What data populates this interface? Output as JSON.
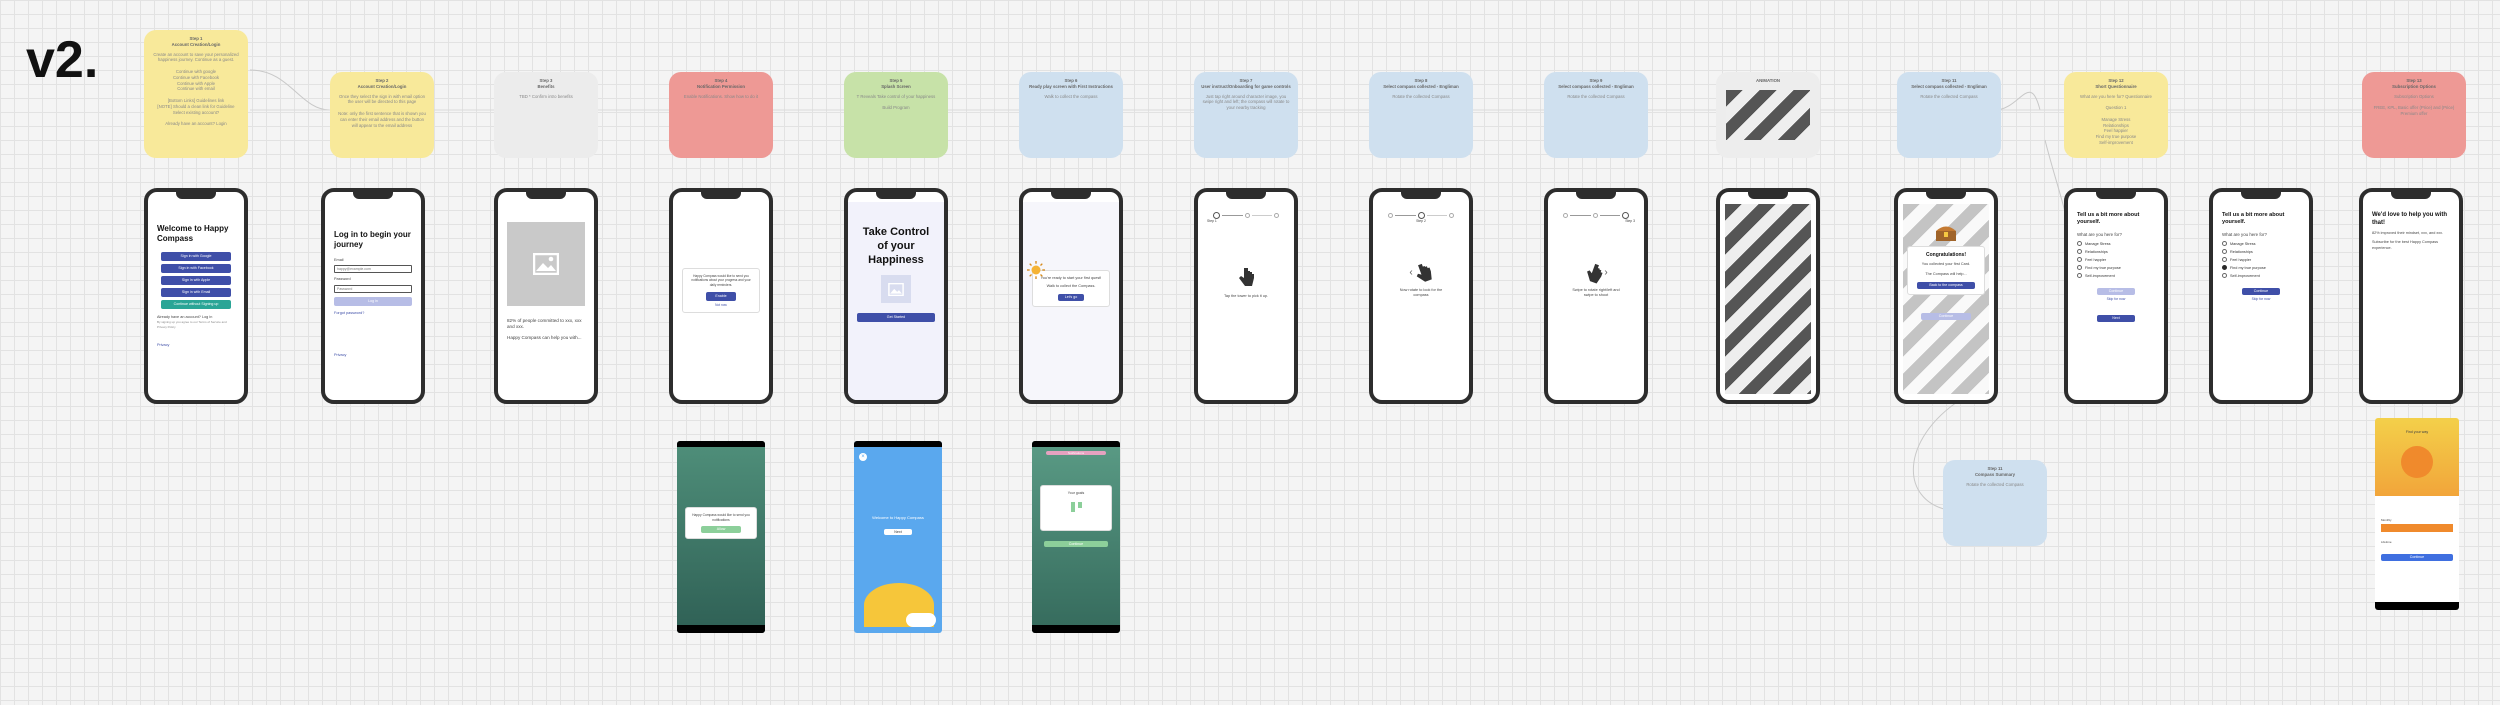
{
  "board": {
    "title": "v2."
  },
  "notes": [
    {
      "id": "n1",
      "color": "yellow",
      "title": "Step 1\nAccount Creation/Login",
      "body": "Create an account to save your personalized happiness journey. Continue as a guest.\n\nContinue with google\nContinue with Facebook\nContinue with Apple\nContinue with email\n\n[Bottom Links] Guidelines link\n[NOTE] Should a clean link for Guideline Select existing account?\n\nAlready have an account? Login"
    },
    {
      "id": "n2",
      "color": "yellow",
      "title": "Step 2\nAccount Creation/Login",
      "body": "Once they select the sign in with email option the user will be directed to this page\n\nNote: only the first sentence that is shown you can enter their email address and the button will appear to the email address"
    },
    {
      "id": "n3",
      "color": "gray",
      "title": "Step 3\nBenefits",
      "body": "TBD * Confirm intro benefits"
    },
    {
      "id": "n4",
      "color": "red",
      "title": "Step 4\nNotification Permission",
      "body": "Enable Notifications. Show how to do it"
    },
    {
      "id": "n5",
      "color": "green",
      "title": "Step 5\nSplash Screen",
      "body": "T Reveals Take control of your happiness\n\nBuild Program"
    },
    {
      "id": "n6",
      "color": "blue",
      "title": "Step 6\nReady play screen with First Instructions",
      "body": "Walk to collect the compass"
    },
    {
      "id": "n7",
      "color": "blue",
      "title": "Step 7\nUser instruct/Onboarding for game controls",
      "body": "Just tap right around character image, you swipe right and left; the compass will rotate to your nearby tracking"
    },
    {
      "id": "n8",
      "color": "blue",
      "title": "Step 8\nSelect compass collected - Engliman",
      "body": "Rotate the collected Compass"
    },
    {
      "id": "n9",
      "color": "blue",
      "title": "Step 9\nSelect compass collected - Engliman",
      "body": "Rotate the collected Compass"
    },
    {
      "id": "n10",
      "color": "stripe-note",
      "title": "ANIMATION",
      "body": ""
    },
    {
      "id": "n11",
      "color": "blue",
      "title": "Step 11\nSelect compass collected - Engliman",
      "body": "Rotate the collected Compass"
    },
    {
      "id": "n12",
      "color": "yellow",
      "title": "Step 12\nShort Questionnaire",
      "body": "What are you here for? Questionnaire\n\nQuestion 1\n\nManage Stress\nRelationships\nFeel happier\nFind my true purpose\nSelf-improvement"
    },
    {
      "id": "n13",
      "color": "red",
      "title": "Step 13\nSubscription Options",
      "body": "Subscription Options\n\nFREE, KPL, Basic offer (Price) and (Price) Premium offer"
    },
    {
      "id": "n14",
      "color": "blue",
      "title": "Step 11\nCompass Summary",
      "body": "Rotate the collected Compass"
    }
  ],
  "screens": {
    "s1": {
      "title": "Welcome to Happy Compass",
      "buttons": [
        "Sign in with Google",
        "Sign in with Facebook",
        "Sign in with Apple",
        "Sign in with Email",
        "Continue without Signing up"
      ],
      "footer": "Already have an account? Log in",
      "legal": "By signing up you agree to our Terms of Service and Privacy Policy",
      "link": "Privacy"
    },
    "s2": {
      "title": "Log in to begin your journey",
      "email_label": "Email",
      "email_value": "happy@example.com",
      "password_label": "Password",
      "password_placeholder": "Password",
      "button": "Log in",
      "forgot": "Forgot password?",
      "link": "Privacy"
    },
    "s3": {
      "text": "82% of people committed to xxx, xxx and xxx.",
      "sub": "Happy Compass can help you with..."
    },
    "s4": {
      "text": "Happy Compass would like to send you notifications about your progress and your daily reminders.",
      "allow": "Enable",
      "deny": "Not now"
    },
    "s5": {
      "title": "Take Control of your Happiness",
      "button": "Get Started"
    },
    "s6": {
      "text": "You're ready to start your first quest!",
      "sub": "Walk to collect the Compass.",
      "button": "Let's go"
    },
    "s7": {
      "step": "Step 1",
      "text": "Tap the tower to pick it up."
    },
    "s8": {
      "step": "Step 2",
      "text": "Now rotate to look for the compass"
    },
    "s9": {
      "step": "Step 3",
      "text": "Swipe to rotate right/left and swipe to shoot"
    },
    "s11": {
      "title": "Congratulations!",
      "text": "You collected your first Card.",
      "sub": "The Compass will help...",
      "button": "Back to the compass",
      "button2": "Continue"
    },
    "s12": {
      "title": "Tell us a bit more about yourself.",
      "question": "What are you here for?",
      "options": [
        "Manage Stress",
        "Relationships",
        "Feel happier",
        "Find my true purpose",
        "Self-improvement"
      ],
      "button": "Continue",
      "link": "Skip for now",
      "button2": "Next"
    },
    "s12b": {
      "title": "Tell us a bit more about yourself.",
      "question": "What are you here for?",
      "options": [
        "Manage Stress",
        "Relationships",
        "Feel happier",
        "Find my true purpose",
        "Self-improvement"
      ],
      "button": "Continue",
      "link": "Skip for now"
    },
    "s13": {
      "title": "We'd love to help you with that!",
      "text": "82% improved their mindset, xxx, and xxx.",
      "sub": "Subscribe for the best Happy Compass experience."
    }
  },
  "references": {
    "r1": {
      "text": "Happy Compass would like to send you notifications",
      "button": "Allow"
    },
    "r2": {
      "title": "Welcome to Happy Compass",
      "button": "Next"
    },
    "r3": {
      "header": "Notifications",
      "title": "Your goals",
      "button": "Continue"
    },
    "r4": {
      "title": "Find your way",
      "label1": "Monthly",
      "label2": "Lifetime",
      "button": "Continue"
    }
  },
  "colors": {
    "primary": "#3f4fa8",
    "teal": "#2aa596",
    "note_yellow": "#f8e99a",
    "note_red": "#ee9995",
    "note_green": "#c7e2a8",
    "note_blue": "#cfe0ef"
  }
}
